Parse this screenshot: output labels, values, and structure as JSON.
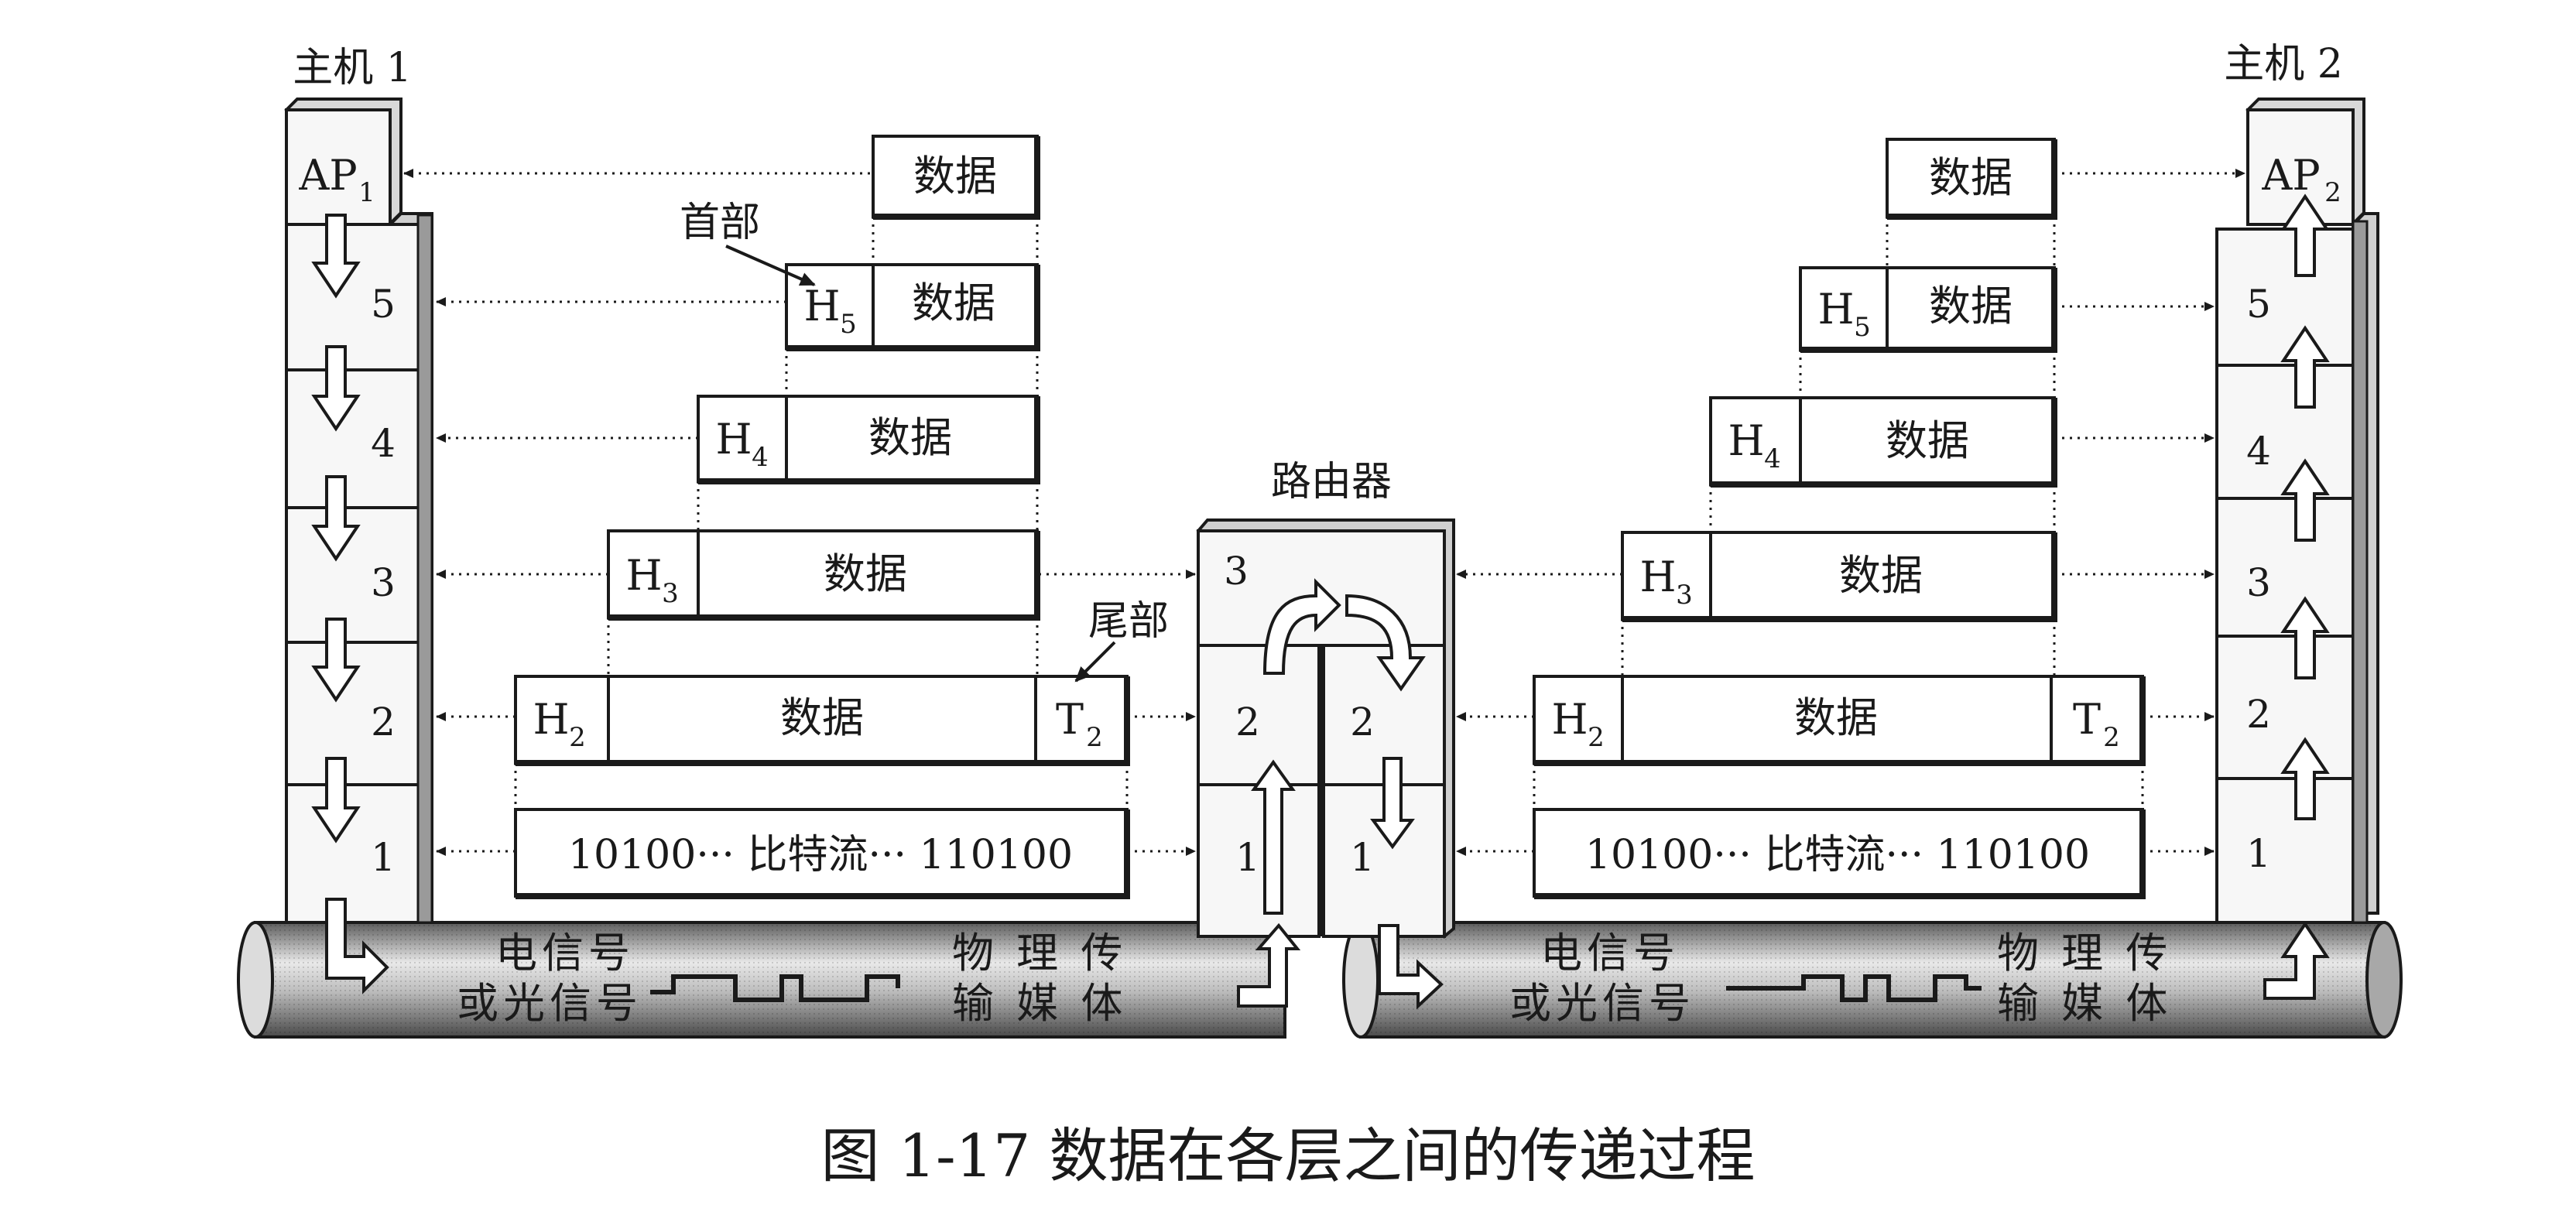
{
  "host1_label": "主机 1",
  "host2_label": "主机 2",
  "router_label": "路由器",
  "app1_label": "AP",
  "app1_sub": "1",
  "app2_label": "AP",
  "app2_sub": "2",
  "layer_numbers": [
    "5",
    "4",
    "3",
    "2",
    "1"
  ],
  "router_layers": [
    "3",
    "2",
    "1"
  ],
  "header_callout": "首部",
  "trailer_callout": "尾部",
  "data_text": "数据",
  "header_letter": "H",
  "trailer_letter": "T",
  "header_subs": [
    "5",
    "4",
    "3",
    "2"
  ],
  "trailer_sub": "2",
  "bitstream_text": "10100··· 比特流··· 110100",
  "signal_text": [
    "电信号",
    "或光信号"
  ],
  "media_text": [
    "物 理 传",
    "输 媒 体"
  ],
  "caption": "图 1-17    数据在各层之间的传递过程",
  "colors": {
    "stroke": "#1a1a1a",
    "box_fill": "#ffffff",
    "cylinder_dark": "#6e6e6e",
    "cylinder_light": "#e6e6e6",
    "stack_fill": "#f7f7f7"
  }
}
